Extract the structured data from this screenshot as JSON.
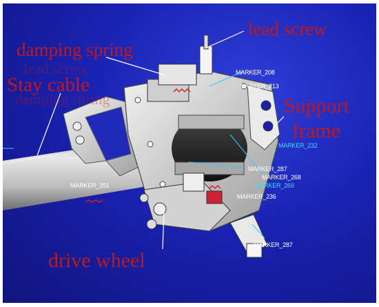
{
  "labels": {
    "lead_screw": "lead screw",
    "damping_spring": "damping spring",
    "stay_cable": "Stay cable",
    "support_frame_line1": "Support",
    "support_frame_line2": "frame",
    "drive_wheel": "drive wheel"
  },
  "ghost_labels": {
    "g1": "lead screw",
    "g2": "damping spring"
  },
  "markers": [
    "MARKER_208",
    "MARKER_213",
    "MARKER_287",
    "MARKER_268",
    "MARKER_236",
    "MARKER_287",
    "MARKER_291",
    "MARKER_269",
    "MARKER_232"
  ],
  "colors": {
    "background": "#1a22b3",
    "callout_text": "#c0181c",
    "leader_line": "#ffffff",
    "cable": "#c9c9c9",
    "frame": "#d8d8d8"
  }
}
